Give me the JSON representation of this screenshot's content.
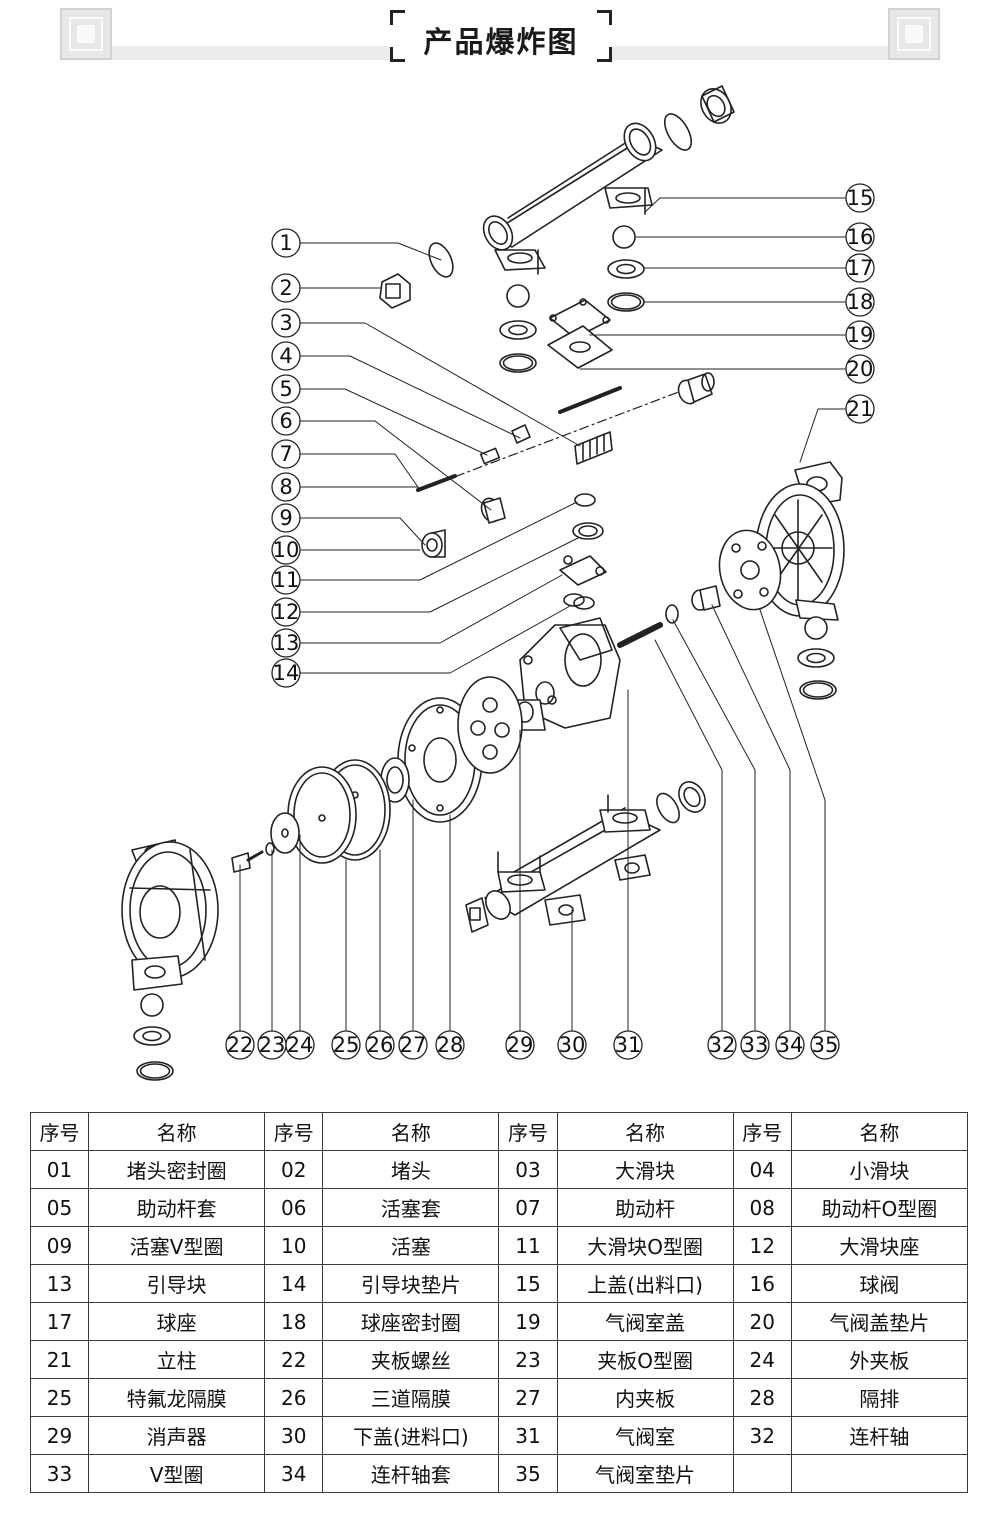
{
  "title": "产品爆炸图",
  "callouts": [
    "1",
    "2",
    "3",
    "4",
    "5",
    "6",
    "7",
    "8",
    "9",
    "10",
    "11",
    "12",
    "13",
    "14",
    "15",
    "16",
    "17",
    "18",
    "19",
    "20",
    "21",
    "22",
    "23",
    "24",
    "25",
    "26",
    "27",
    "28",
    "29",
    "30",
    "31",
    "32",
    "33",
    "34",
    "35"
  ],
  "table": {
    "header": {
      "no": "序号",
      "name": "名称"
    },
    "rows": [
      [
        {
          "no": "01",
          "name": "堵头密封圈"
        },
        {
          "no": "02",
          "name": "堵头"
        },
        {
          "no": "03",
          "name": "大滑块"
        },
        {
          "no": "04",
          "name": "小滑块"
        }
      ],
      [
        {
          "no": "05",
          "name": "助动杆套"
        },
        {
          "no": "06",
          "name": "活塞套"
        },
        {
          "no": "07",
          "name": "助动杆"
        },
        {
          "no": "08",
          "name": "助动杆O型圈"
        }
      ],
      [
        {
          "no": "09",
          "name": "活塞V型圈"
        },
        {
          "no": "10",
          "name": "活塞"
        },
        {
          "no": "11",
          "name": "大滑块O型圈"
        },
        {
          "no": "12",
          "name": "大滑块座"
        }
      ],
      [
        {
          "no": "13",
          "name": "引导块"
        },
        {
          "no": "14",
          "name": "引导块垫片"
        },
        {
          "no": "15",
          "name": "上盖(出料口)"
        },
        {
          "no": "16",
          "name": "球阀"
        }
      ],
      [
        {
          "no": "17",
          "name": "球座"
        },
        {
          "no": "18",
          "name": "球座密封圈"
        },
        {
          "no": "19",
          "name": "气阀室盖"
        },
        {
          "no": "20",
          "name": "气阀盖垫片"
        }
      ],
      [
        {
          "no": "21",
          "name": "立柱"
        },
        {
          "no": "22",
          "name": "夹板螺丝"
        },
        {
          "no": "23",
          "name": "夹板O型圈"
        },
        {
          "no": "24",
          "name": "外夹板"
        }
      ],
      [
        {
          "no": "25",
          "name": "特氟龙隔膜"
        },
        {
          "no": "26",
          "name": "三道隔膜"
        },
        {
          "no": "27",
          "name": "内夹板"
        },
        {
          "no": "28",
          "name": "隔排"
        }
      ],
      [
        {
          "no": "29",
          "name": "消声器"
        },
        {
          "no": "30",
          "name": "下盖(进料口)"
        },
        {
          "no": "31",
          "name": "气阀室"
        },
        {
          "no": "32",
          "name": "连杆轴"
        }
      ],
      [
        {
          "no": "33",
          "name": "V型圈"
        },
        {
          "no": "34",
          "name": "连杆轴套"
        },
        {
          "no": "35",
          "name": "气阀室垫片"
        },
        {
          "no": "",
          "name": ""
        }
      ]
    ]
  }
}
